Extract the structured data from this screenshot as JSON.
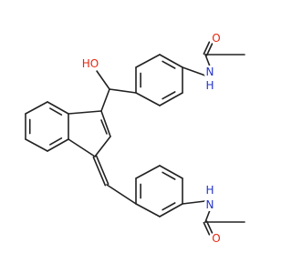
{
  "molecule": {
    "atom_labels": {
      "oxygen_top_amide": "O",
      "nitrogen_top": "N",
      "hydrogen_top": "H",
      "hydroxyl": "HO",
      "nitrogen_bottom": "N",
      "hydrogen_bottom": "H",
      "oxygen_bottom_amide": "O"
    },
    "colors": {
      "bond": "#222222",
      "oxygen": "#e8260f",
      "nitrogen": "#2233cc"
    }
  }
}
